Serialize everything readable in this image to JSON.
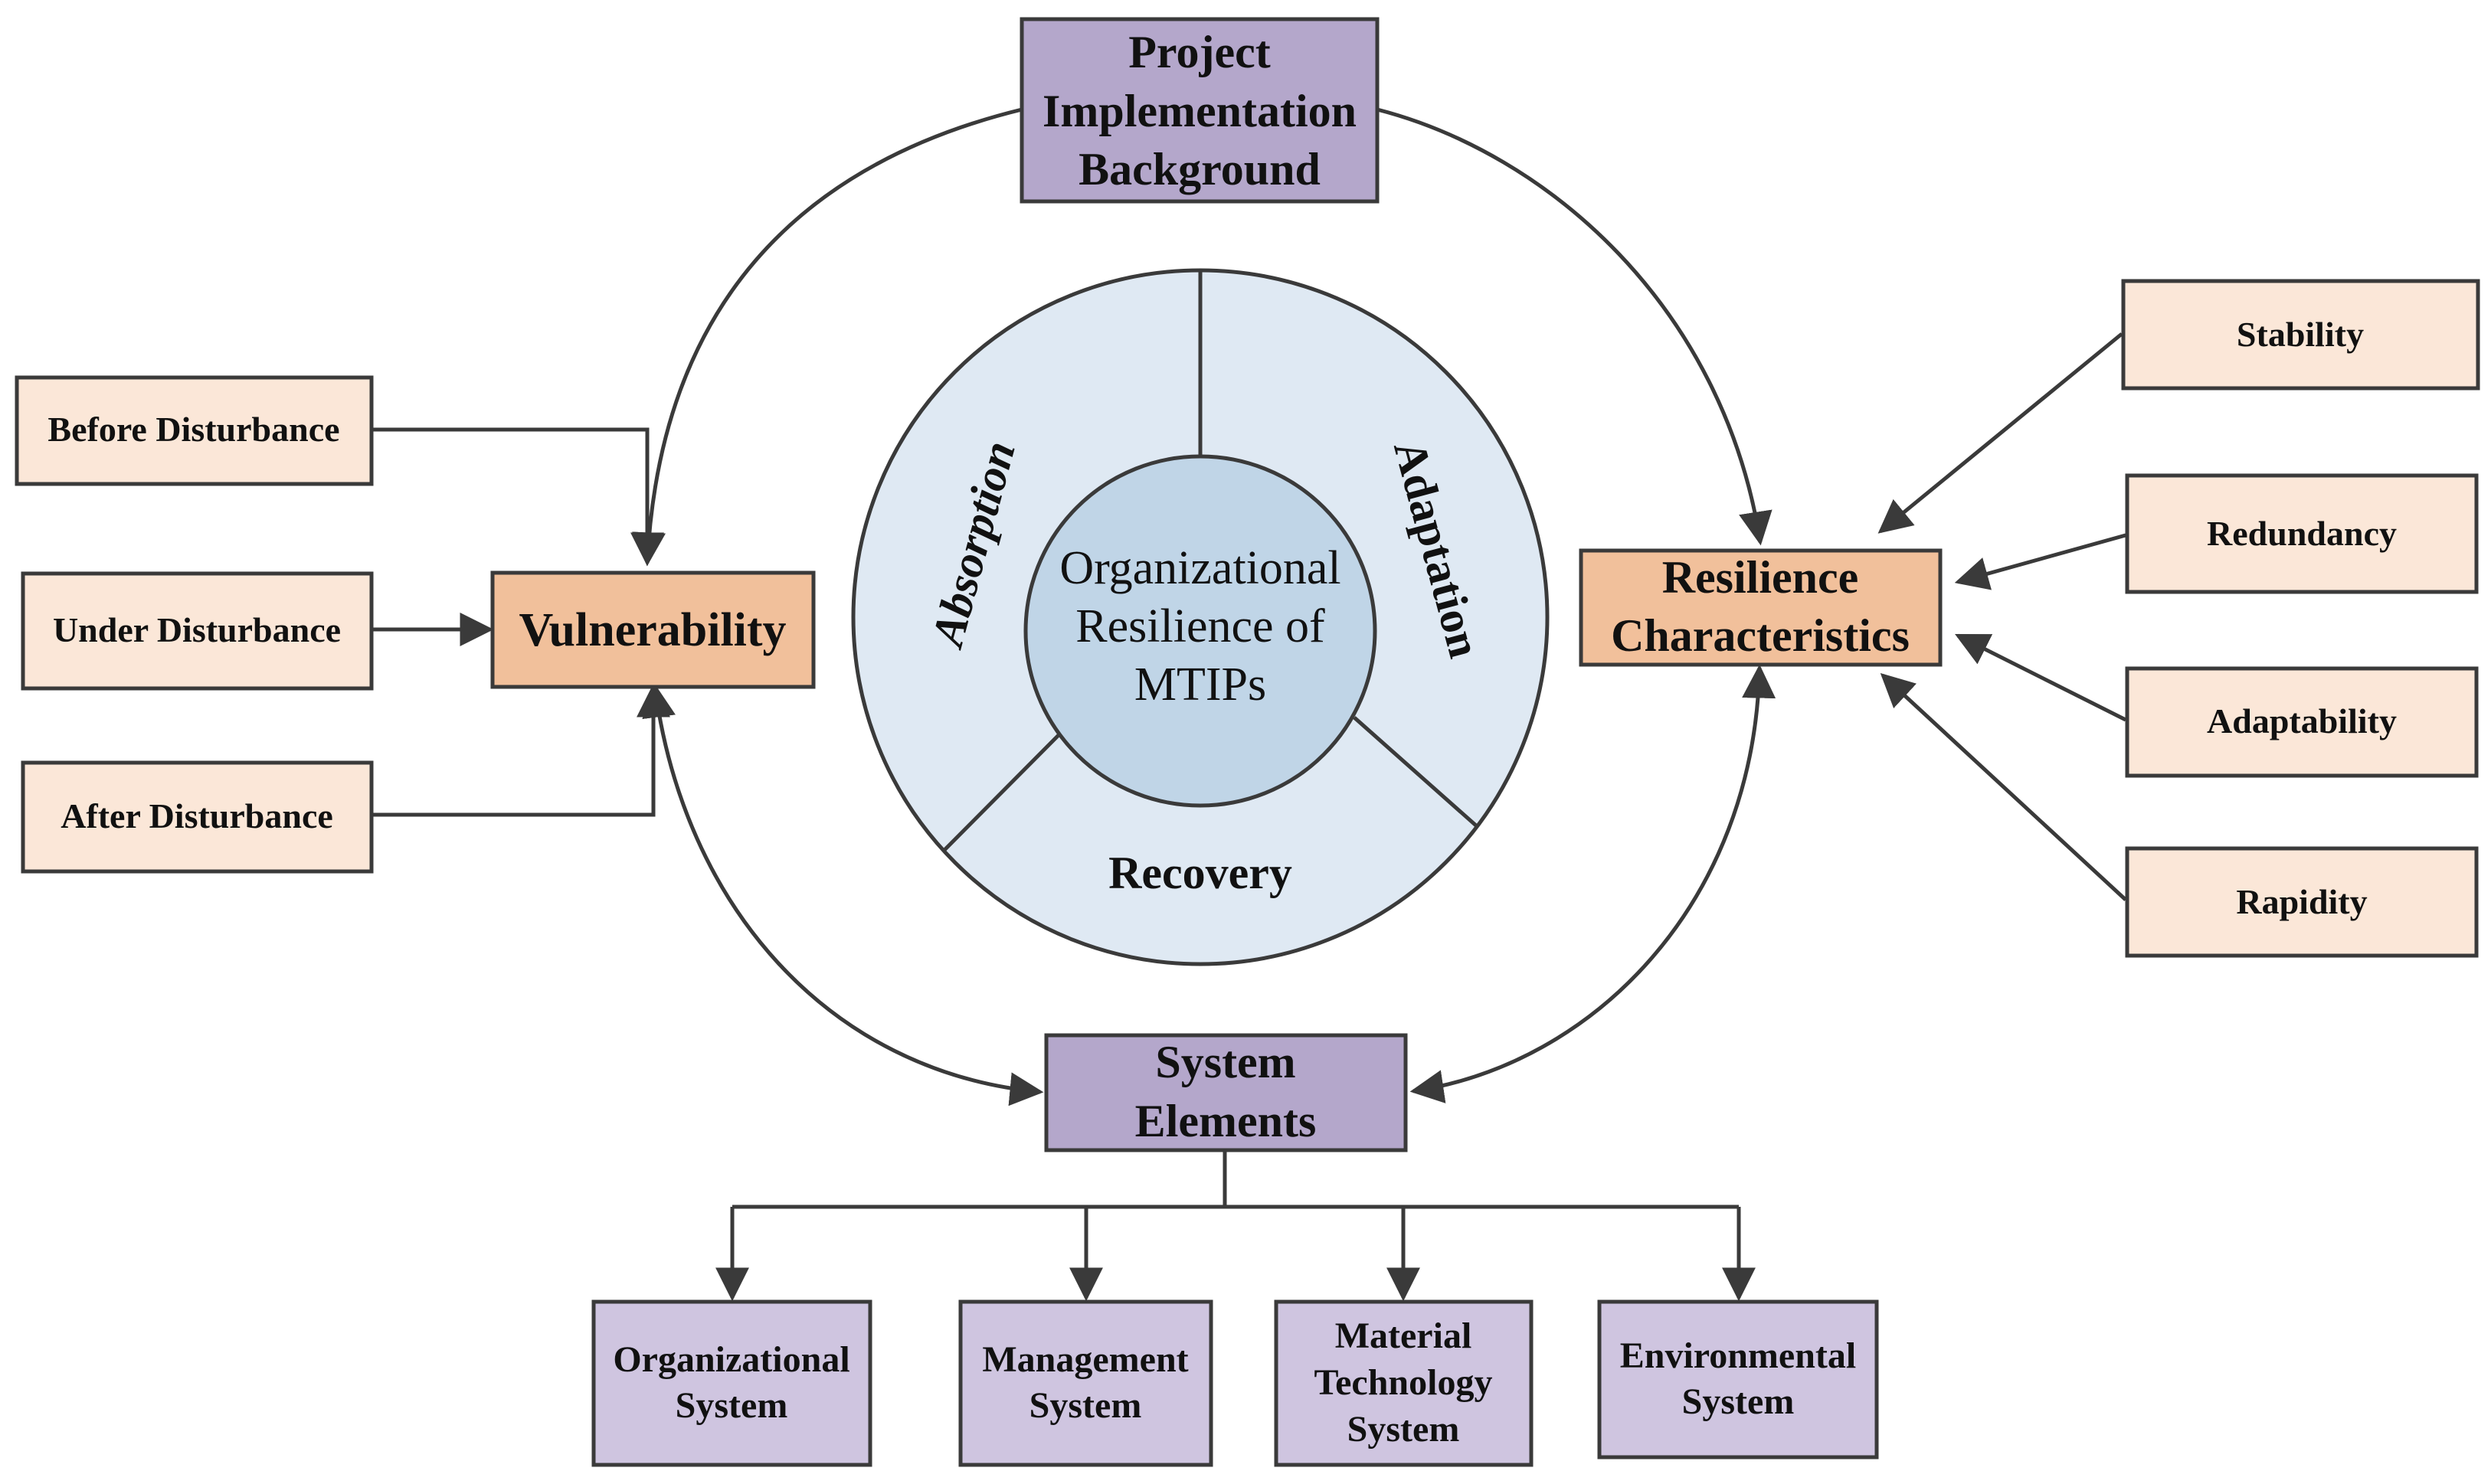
{
  "center": {
    "title_lines": [
      "Organizational",
      "Resilience of",
      "MTIPs"
    ],
    "segments": {
      "absorption": "Absorption",
      "adaptation": "Adaptation",
      "recovery": "Recovery"
    }
  },
  "nodes": {
    "background": [
      "Project",
      "Implementation",
      "Background"
    ],
    "vulnerability": "Vulnerability",
    "resilience": [
      "Resilience",
      "Characteristics"
    ],
    "system_elements": [
      "System",
      "Elements"
    ]
  },
  "disturbance": {
    "before": "Before Disturbance",
    "under": "Under Disturbance",
    "after": "After Disturbance"
  },
  "characteristics": {
    "stability": "Stability",
    "redundancy": "Redundancy",
    "adaptability": "Adaptability",
    "rapidity": "Rapidity"
  },
  "systems": {
    "organizational": [
      "Organizational",
      "System"
    ],
    "management": [
      "Management",
      "System"
    ],
    "material": [
      "Material",
      "Technology",
      "System"
    ],
    "environmental": [
      "Environmental",
      "System"
    ]
  },
  "colors": {
    "purple": "#b4a7cb",
    "purple_light": "#cfc5e0",
    "orange": "#f1c09b",
    "peach": "#fbe7d8",
    "ring": "#dfe9f3",
    "core": "#c0d5e7"
  }
}
